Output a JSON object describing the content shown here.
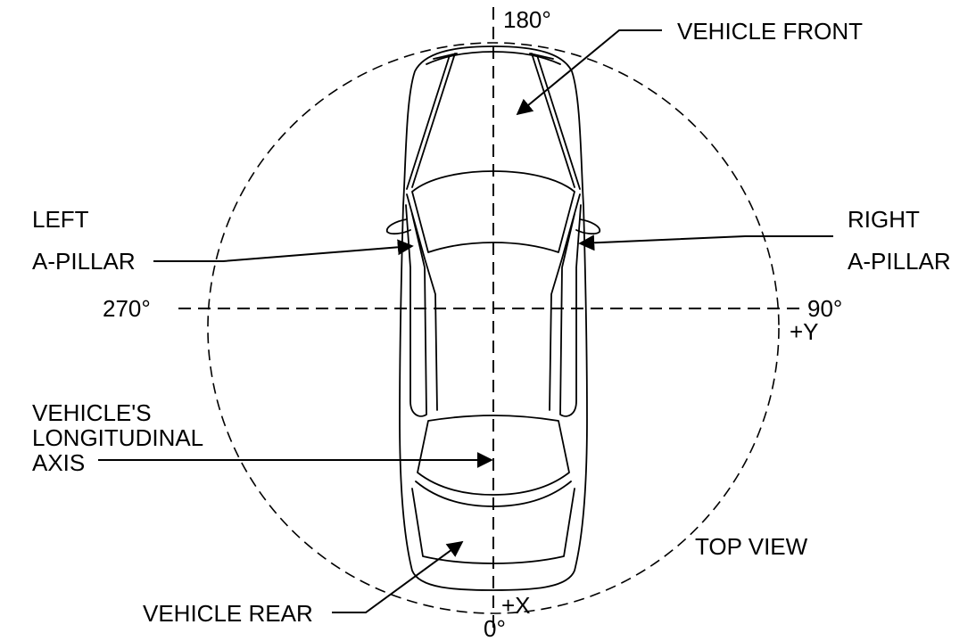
{
  "labels": {
    "angle_180": "180°",
    "angle_90": "90°",
    "angle_270": "270°",
    "angle_0": "0°",
    "plus_y": "+Y",
    "plus_x": "+X",
    "vehicle_front": "VEHICLE FRONT",
    "left_line1": "LEFT",
    "left_line2": "A-PILLAR",
    "right_line1": "RIGHT",
    "right_line2": "A-PILLAR",
    "axis_line1": "VEHICLE'S",
    "axis_line2": "LONGITUDINAL",
    "axis_line3": "AXIS",
    "top_view": "TOP VIEW",
    "vehicle_rear": "VEHICLE REAR"
  },
  "colors": {
    "ink": "#000000",
    "background": "#ffffff"
  }
}
